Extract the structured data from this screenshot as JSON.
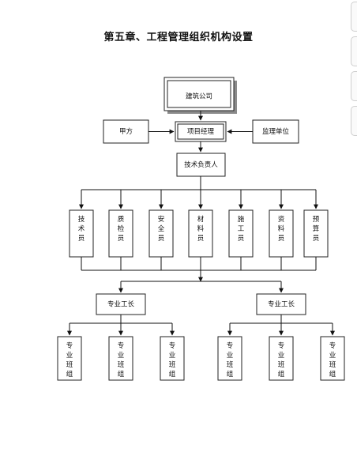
{
  "title": "第五章、工程管理组织机构设置",
  "org": {
    "company": "建筑公司",
    "client": "甲方",
    "pm": "项目经理",
    "supervisor": "监理单位",
    "tech_lead": "技术负责人",
    "staff": [
      "技术员",
      "质检员",
      "安全员",
      "材料员",
      "施工员",
      "资料员",
      "预算员"
    ],
    "foremen": [
      "专业工长",
      "专业工长"
    ],
    "teams": [
      "专业班组",
      "专业班组",
      "专业班组",
      "专业班组",
      "专业班组",
      "专业班组"
    ]
  }
}
